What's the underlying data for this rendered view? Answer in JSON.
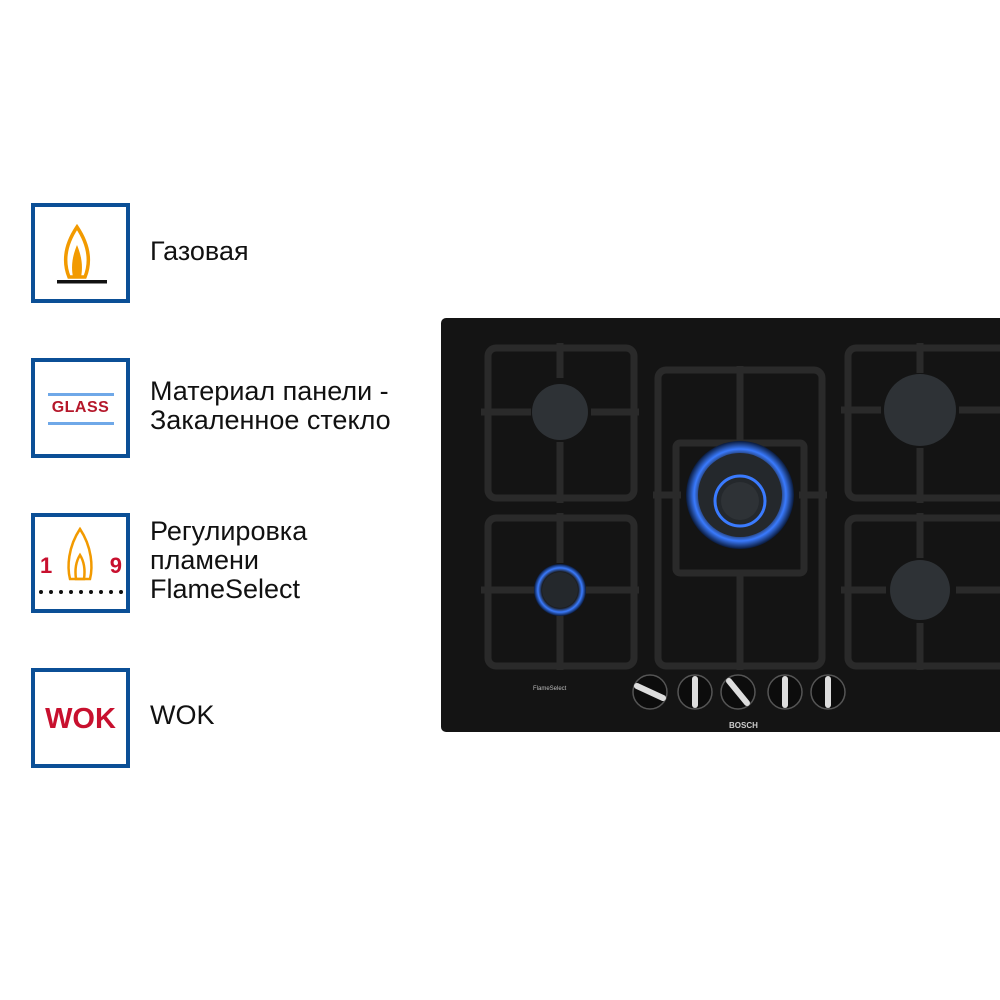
{
  "features": [
    {
      "icon": "gas-flame-icon",
      "text_lines": [
        "Газовая"
      ]
    },
    {
      "icon": "glass-icon",
      "icon_label": "GLASS",
      "text_lines": [
        "Материал панели -",
        "Закаленное стекло"
      ]
    },
    {
      "icon": "flame-select-icon",
      "icon_min": "1",
      "icon_max": "9",
      "text_lines": [
        "Регулировка",
        "пламени",
        "FlameSelect"
      ]
    },
    {
      "icon": "wok-icon",
      "icon_label": "WOK",
      "text_lines": [
        "WOK"
      ]
    }
  ],
  "product": {
    "brand": "BOSCH",
    "flame_logo": "FlameSelect",
    "knob_count": 5,
    "colors": {
      "frame": "#0b4f96",
      "flame": "#f29a00",
      "label_red": "#c8102e",
      "glass_line": "#6fa8e8",
      "panel": "#141414",
      "burner_glow": "#3a7bff"
    }
  }
}
